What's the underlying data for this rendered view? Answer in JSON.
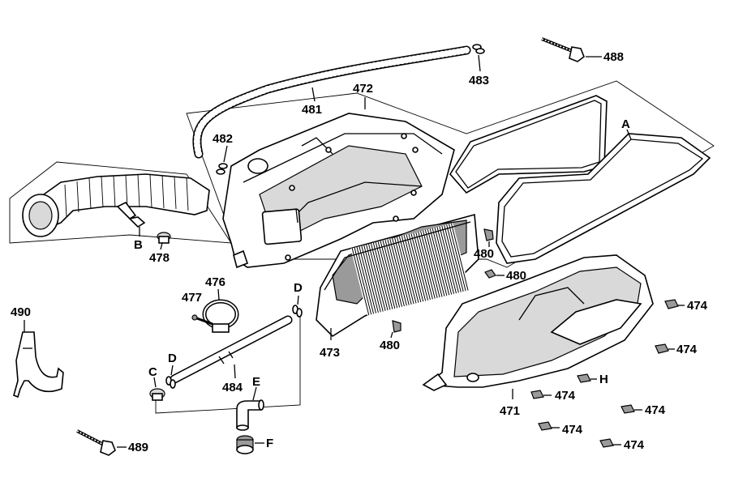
{
  "diagram": {
    "callouts": {
      "c488": "488",
      "c483": "483",
      "c481": "481",
      "c472": "472",
      "cA": "A",
      "c482": "482",
      "cB": "B",
      "c478": "478",
      "c480a": "480",
      "c480b": "480",
      "c480c": "480",
      "c476": "476",
      "c477": "477",
      "cD1": "D",
      "c490": "490",
      "c474a": "474",
      "c474b": "474",
      "c474c": "474",
      "c474d": "474",
      "c474e": "474",
      "c474f": "474",
      "cH": "H",
      "c473": "473",
      "cD2": "D",
      "cC": "C",
      "c484": "484",
      "cE": "E",
      "c471": "471",
      "c489": "489",
      "cF": "F"
    }
  }
}
